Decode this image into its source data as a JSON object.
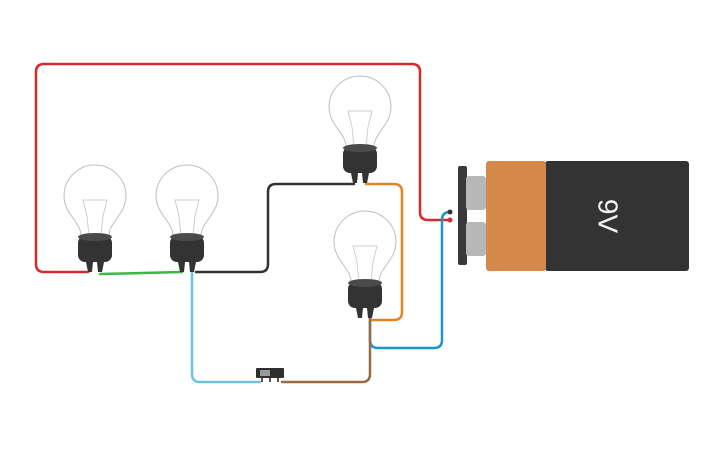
{
  "battery": {
    "label": "9V",
    "colors": {
      "body": "#333333",
      "band": "#d58a4c",
      "terminal_cap": "#3a3a3a",
      "terminal": "#b7b7b7"
    }
  },
  "bulbs": [
    {
      "id": "bulb-1"
    },
    {
      "id": "bulb-2"
    },
    {
      "id": "bulb-3"
    },
    {
      "id": "bulb-4"
    }
  ],
  "switch": {
    "id": "slide-switch"
  },
  "wire_colors": {
    "red": "#d62a2a",
    "green": "#3cb54a",
    "dark": "#333333",
    "orange": "#e6851f",
    "blue": "#1c96c8",
    "light_blue": "#6ec3dd",
    "brown": "#9a6b43"
  }
}
